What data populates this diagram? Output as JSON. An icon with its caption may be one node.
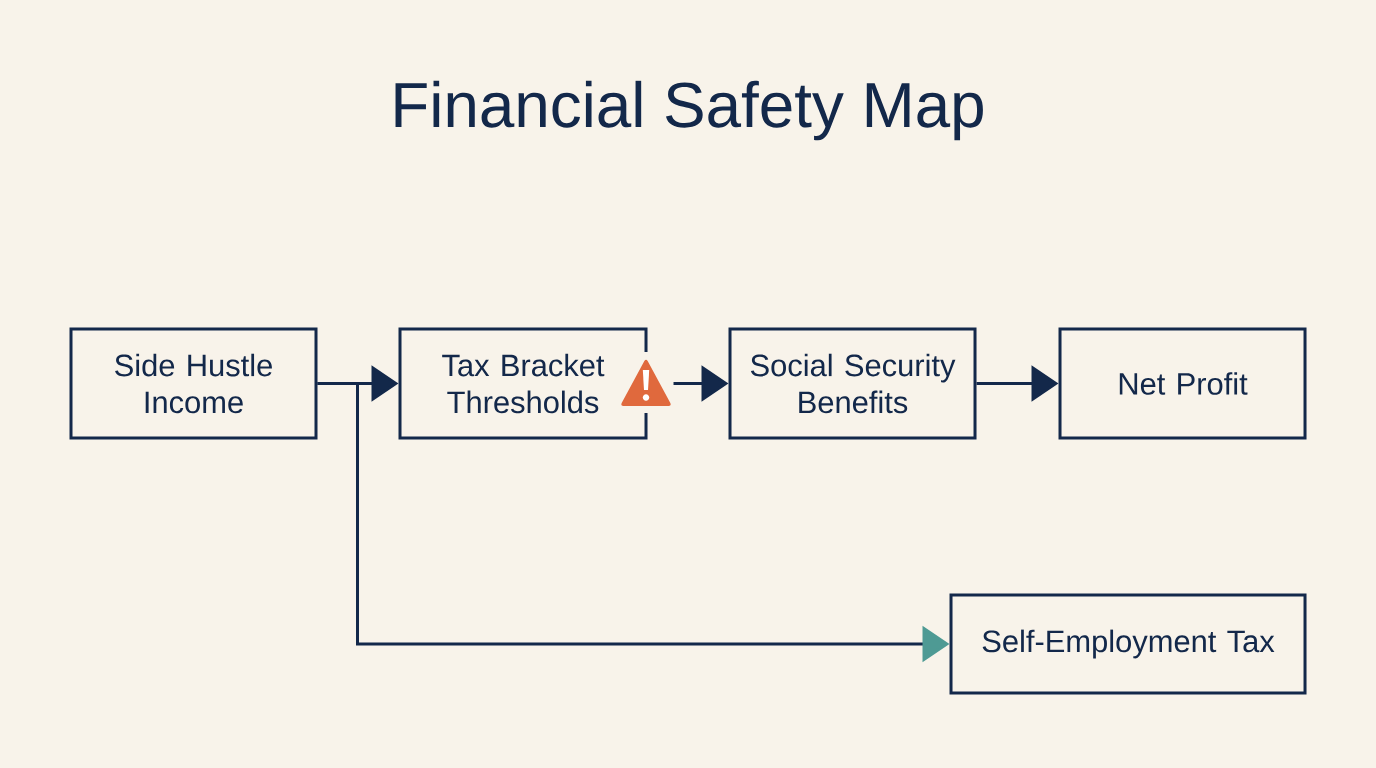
{
  "diagram": {
    "title": "Financial Safety Map",
    "nodes": [
      {
        "text": [
          "Side Hustle Income"
        ]
      },
      {
        "text": [
          "Tax Bracket Thresholds"
        ]
      },
      {
        "text": [
          "Social Security Benefits"
        ]
      },
      {
        "text": [
          "Net Profit"
        ]
      },
      {
        "text": [
          "Self-Employment Tax"
        ]
      }
    ],
    "edges": [
      {
        "from": 0,
        "to": 1,
        "arrow": "to"
      },
      {
        "from": 1,
        "to": 2,
        "arrow": "to"
      },
      {
        "from": 2,
        "to": 3,
        "arrow": "to"
      },
      {
        "from": 0,
        "to": 4,
        "arrow": "to"
      }
    ]
  }
}
